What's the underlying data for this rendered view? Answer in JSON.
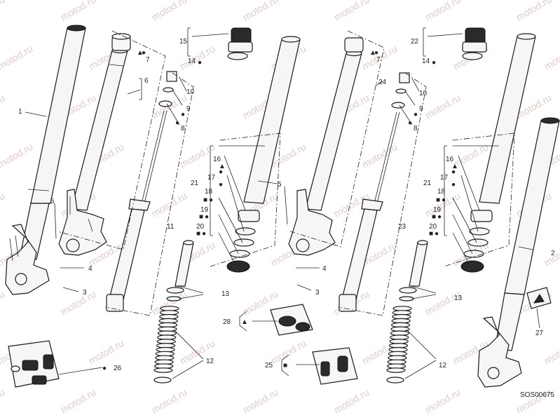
{
  "watermark": "motod.ru",
  "reference_code": "SOS00675",
  "callouts": {
    "c1": "1",
    "c2": "2",
    "c3a": "3",
    "c3b": "3",
    "c4a": "4",
    "c4b": "4",
    "c5a": "5",
    "c5b": "5",
    "c6": "6",
    "c7a": "7",
    "c7b": "7",
    "c8a": "8",
    "c8b": "8",
    "c9a": "9",
    "c9b": "9",
    "c10a": "10",
    "c10b": "10",
    "c11": "11",
    "c12a": "12",
    "c12b": "12",
    "c13a": "13",
    "c13b": "13",
    "c14a": "14",
    "c14b": "14",
    "c15": "15",
    "c16a": "16",
    "c16b": "16",
    "c17a": "17",
    "c17b": "17",
    "c18a": "18",
    "c18b": "18",
    "c19a": "19",
    "c19b": "19",
    "c20a": "20",
    "c20b": "20",
    "c21a": "21",
    "c21b": "21",
    "c22": "22",
    "c23": "23",
    "c24": "24",
    "c25": "25",
    "c26": "26",
    "c27": "27",
    "c28": "28"
  },
  "symbols": {
    "triangle": "▲",
    "circle": "●",
    "square": "■"
  }
}
